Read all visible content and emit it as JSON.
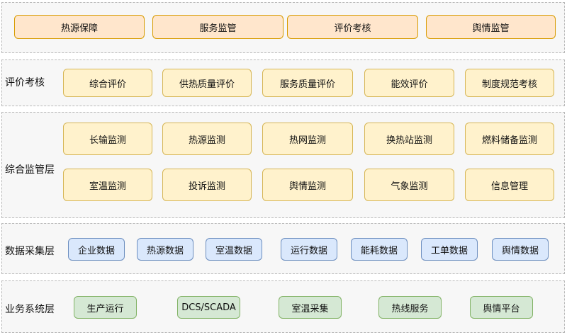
{
  "top_layer": {
    "items": [
      "热源保障",
      "服务监管",
      "评价考核",
      "舆情监管"
    ]
  },
  "evaluation_layer": {
    "label": "评价考核",
    "items": [
      "综合评价",
      "供热质量评价",
      "服务质量评价",
      "能效评价",
      "制度规范考核"
    ]
  },
  "monitoring_layer": {
    "label": "综合监管层",
    "row1": [
      "长输监测",
      "热源监测",
      "热网监测",
      "换热站监测",
      "燃料储备监测"
    ],
    "row2": [
      "室温监测",
      "投诉监测",
      "舆情监测",
      "气象监测",
      "信息管理"
    ]
  },
  "data_layer": {
    "label": "数据采集层",
    "items": [
      "企业数据",
      "热源数据",
      "室温数据",
      "运行数据",
      "能耗数据",
      "工单数据",
      "舆情数据"
    ]
  },
  "business_layer": {
    "label": "业务系统层",
    "items": [
      "生产运行",
      "DCS/SCADA",
      "室温采集",
      "热线服务",
      "舆情平台"
    ]
  },
  "colors": {
    "orange_fill": "#ffe6cc",
    "yellow_fill": "#fff2cc",
    "blue_fill": "#dae8fc",
    "green_fill": "#d5e8d4"
  }
}
